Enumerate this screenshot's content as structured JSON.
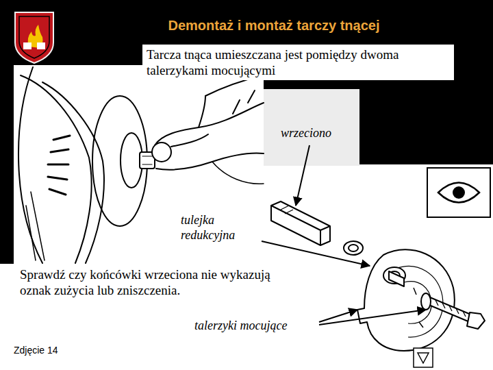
{
  "diagram": {
    "title": "Demontaż i montaż tarczy tnącej",
    "caption": "Zdjęcie 14",
    "labels": [
      "Tarcza tnąca umieszczana jest pomiędzy dwoma talerzykami mocującymi",
      "Sprawdź czy końcówki wrzeciona nie wykazują oznak zużycia lub zniszczenia.",
      "wrzeciono",
      "tulejka redukcyjna",
      "talerzyki mocujące"
    ]
  }
}
